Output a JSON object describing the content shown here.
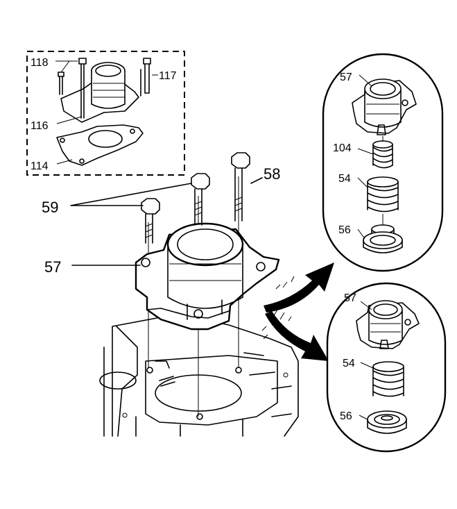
{
  "callouts": {
    "c118": "118",
    "c117": "117",
    "c116": "116",
    "c114": "114",
    "c59": "59",
    "c58": "58",
    "c57_main": "57",
    "c57_top": "57",
    "c104": "104",
    "c54_top": "54",
    "c56_top": "56",
    "c57_bottom": "57",
    "c54_bottom": "54",
    "c56_bottom": "56"
  },
  "colors": {
    "ink": "#000000",
    "paper": "#ffffff"
  },
  "icons": {
    "arrow_top": "curved-arrow-icon",
    "arrow_bottom": "curved-arrow-icon"
  }
}
